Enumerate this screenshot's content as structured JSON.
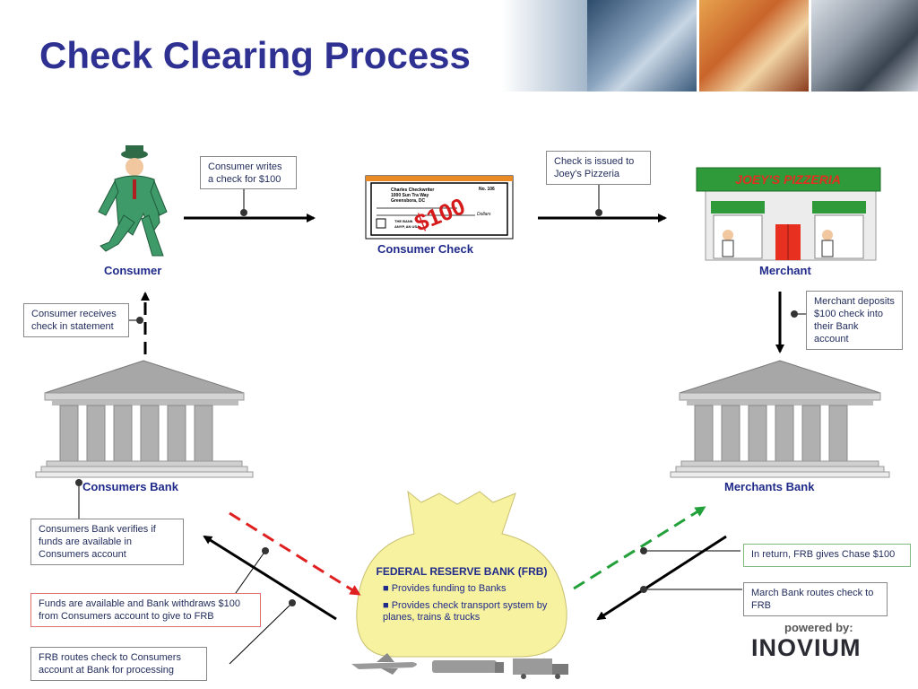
{
  "title": "Check Clearing Process",
  "labels": {
    "consumer": "Consumer",
    "consumer_check": "Consumer Check",
    "merchant": "Merchant",
    "consumers_bank": "Consumers Bank",
    "merchants_bank": "Merchants Bank"
  },
  "callouts": {
    "writes_check": "Consumer writes a check for $100",
    "check_issued": "Check is issued to Joey's Pizzeria",
    "receives_statement": "Consumer receives check in statement",
    "merchant_deposits": "Merchant deposits $100 check into their Bank account",
    "verifies_funds": "Consumers Bank verifies if funds are available in Consumers account",
    "funds_available": "Funds are available and Bank withdraws $100 from Consumers account to give to FRB",
    "frb_routes": "FRB routes check to Consumers account at Bank  for processing",
    "frb_gives": "In return, FRB gives Chase $100",
    "march_routes": "March Bank routes check to FRB"
  },
  "frb": {
    "title": "FEDERAL RESERVE BANK (FRB)",
    "bullets": [
      "Provides funding to Banks",
      "Provides check transport system by planes, trains & trucks"
    ]
  },
  "check": {
    "amount": "$100",
    "name_line1": "Charles Checkwriter",
    "name_line2": "1000 Sun Tra Way",
    "name_line3": "Greensbora, DC",
    "number": "No. 106",
    "dollars": "Dollars",
    "bank": "THE BANK",
    "bank_city": "ANYP, AN USA"
  },
  "pizzeria_sign": "JOEY'S PIZZERIA",
  "logo": {
    "small": "powered by:",
    "big": "INOVIUM"
  },
  "colors": {
    "title": "#2e3192",
    "label": "#1f2a8a",
    "bag": "#f7f2a0",
    "red_arrow": "#e02020",
    "green_arrow": "#22a03a"
  }
}
